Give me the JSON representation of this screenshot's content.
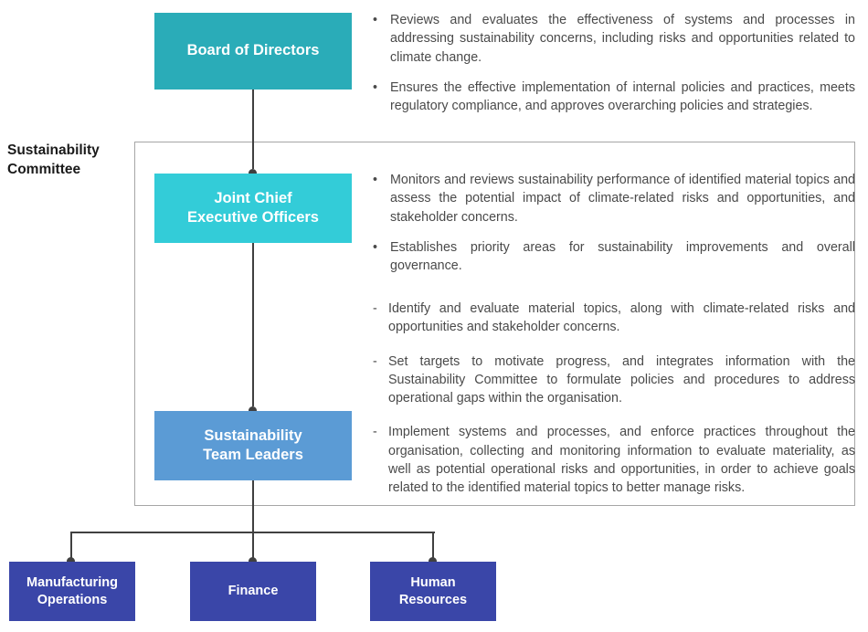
{
  "diagram": {
    "committee_label": "Sustainability\nCommittee",
    "committee_label_line1": "Sustainability",
    "committee_label_line2": "Committee"
  },
  "nodes": {
    "board": {
      "label": "Board of Directors",
      "color": "#2aacb8"
    },
    "jceo": {
      "label_line1": "Joint Chief",
      "label_line2": "Executive Officers",
      "color": "#33ccd8"
    },
    "team_leaders": {
      "label_line1": "Sustainability",
      "label_line2": "Team Leaders",
      "color": "#5b9bd5"
    },
    "manufacturing": {
      "label_line1": "Manufacturing",
      "label_line2": "Operations",
      "color": "#3a46a8"
    },
    "finance": {
      "label": "Finance",
      "color": "#3a46a8"
    },
    "human_resources": {
      "label_line1": "Human",
      "label_line2": "Resources",
      "color": "#3a46a8"
    }
  },
  "panels": {
    "board_responsibilities": {
      "marker": "•",
      "items": [
        "Reviews and evaluates the effectiveness of systems and processes in addressing sustainability concerns, including risks and opportunities related to climate change.",
        "Ensures the effective implementation of internal policies and practices, meets regulatory compliance, and approves overarching policies and strategies."
      ]
    },
    "jceo_responsibilities": {
      "marker": "•",
      "items": [
        "Monitors and reviews sustainability performance of identified material topics and assess the potential impact of climate-related risks and opportunities, and stakeholder concerns.",
        "Establishes priority areas for sustainability improvements and overall governance."
      ]
    },
    "team_leaders_responsibilities": {
      "marker": "-",
      "items": [
        "Identify and evaluate material topics, along with climate-related risks and opportunities and stakeholder concerns.",
        "Set targets to motivate progress, and integrates information with the Sustainability Committee to formulate policies and procedures to address operational gaps within the organisation.",
        "Implement systems and processes, and enforce practices throughout the organisation, collecting and monitoring information to evaluate materiality, as well as potential operational risks and opportunities, in order to achieve goals related to the identified material topics to better manage risks."
      ]
    }
  }
}
